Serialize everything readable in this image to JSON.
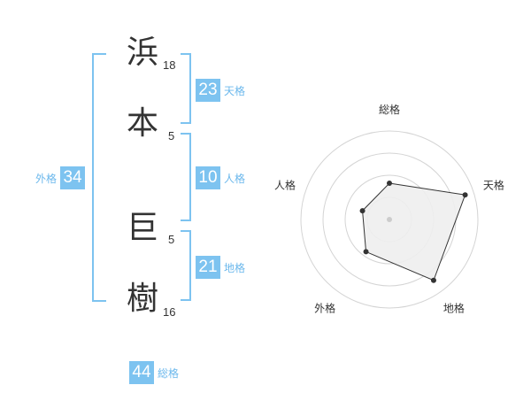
{
  "name": {
    "chars": [
      {
        "char": "浜",
        "strokes": "18"
      },
      {
        "char": "本",
        "strokes": "5"
      },
      {
        "char": "巨",
        "strokes": "5"
      },
      {
        "char": "樹",
        "strokes": "16"
      }
    ]
  },
  "fortune": {
    "tenkaku": {
      "value": "23",
      "label": "天格"
    },
    "jinkaku": {
      "value": "10",
      "label": "人格"
    },
    "chikaku": {
      "value": "21",
      "label": "地格"
    },
    "gaikaku": {
      "value": "34",
      "label": "外格"
    },
    "soukaku": {
      "value": "44",
      "label": "総格"
    }
  },
  "colors": {
    "accent": "#7dc3f0",
    "accent_text": "#6cb8ec",
    "text": "#333333"
  },
  "chart_data": {
    "type": "radar",
    "axes": [
      "総格",
      "天格",
      "地格",
      "外格",
      "人格"
    ],
    "values": [
      0.41,
      0.9,
      0.85,
      0.45,
      0.32
    ],
    "range": [
      0,
      1
    ],
    "rings": 4
  }
}
